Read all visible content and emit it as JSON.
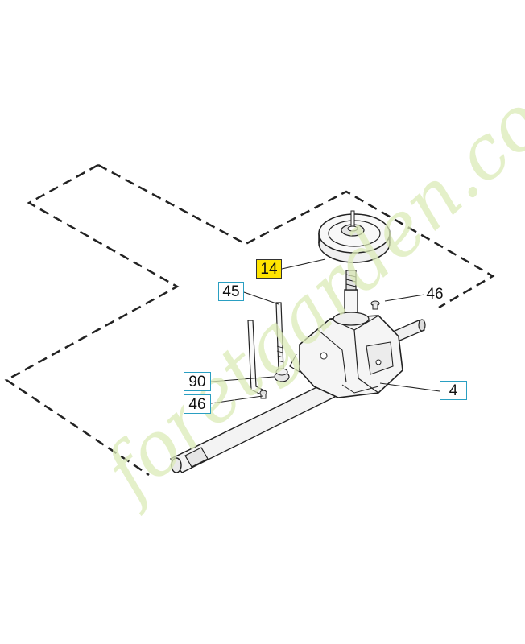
{
  "diagram": {
    "callouts": [
      {
        "id": "c14",
        "label": "14",
        "highlighted": true
      },
      {
        "id": "c45",
        "label": "45",
        "highlighted": false
      },
      {
        "id": "c46a",
        "label": "46",
        "highlighted": false
      },
      {
        "id": "c90",
        "label": "90",
        "highlighted": false
      },
      {
        "id": "c46b",
        "label": "46",
        "highlighted": false
      },
      {
        "id": "c4",
        "label": "4",
        "highlighted": false
      }
    ],
    "colors": {
      "callout_border": "#2a9fc2",
      "highlight_fill": "#ffe400",
      "line_color": "#222222",
      "watermark_color": "#dcebb8",
      "watermark_accent": "#f0b070"
    }
  },
  "watermark": {
    "text": "foretgarden.com"
  }
}
